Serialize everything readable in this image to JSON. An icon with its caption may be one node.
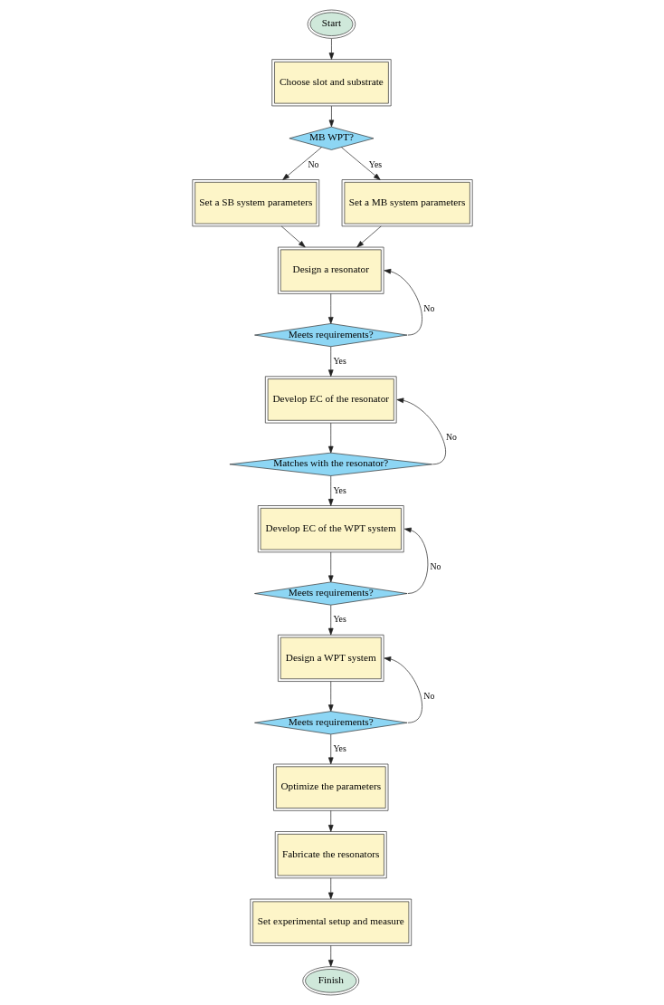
{
  "diagram": {
    "nodes": [
      {
        "text": [
          "Start"
        ]
      },
      {
        "text": [
          "Choose slot and substrate"
        ]
      },
      {
        "text": [
          "MB WPT?"
        ]
      },
      {
        "text": [
          "Set a SB system parameters"
        ]
      },
      {
        "text": [
          "Set a MB system parameters"
        ]
      },
      {
        "text": [
          "Design a resonator"
        ]
      },
      {
        "text": [
          "Meets requirements?"
        ]
      },
      {
        "text": [
          "Develop EC of the resonator"
        ]
      },
      {
        "text": [
          "Matches with the resonator?"
        ]
      },
      {
        "text": [
          "Develop EC of the WPT system"
        ]
      },
      {
        "text": [
          "Meets requirements?"
        ]
      },
      {
        "text": [
          "Design a WPT system"
        ]
      },
      {
        "text": [
          "Meets requirements?"
        ]
      },
      {
        "text": [
          "Optimize the parameters"
        ]
      },
      {
        "text": [
          "Fabricate the resonators"
        ]
      },
      {
        "text": [
          "Set experimental setup and measure"
        ]
      },
      {
        "text": [
          "Finish"
        ]
      }
    ],
    "edges": [
      {
        "from": 0,
        "to": 1,
        "arrow": "to"
      },
      {
        "from": 1,
        "to": 2,
        "arrow": "to"
      },
      {
        "from": 2,
        "to": 3,
        "arrow": "to",
        "label": "No"
      },
      {
        "from": 2,
        "to": 4,
        "arrow": "to",
        "label": "Yes"
      },
      {
        "from": 3,
        "to": 5,
        "arrow": "to"
      },
      {
        "from": 4,
        "to": 5,
        "arrow": "to"
      },
      {
        "from": 5,
        "to": 6,
        "arrow": "to"
      },
      {
        "from": 6,
        "to": 5,
        "arrow": "to",
        "label": "No"
      },
      {
        "from": 6,
        "to": 7,
        "arrow": "to",
        "label": "Yes"
      },
      {
        "from": 7,
        "to": 8,
        "arrow": "to"
      },
      {
        "from": 8,
        "to": 7,
        "arrow": "to",
        "label": "No"
      },
      {
        "from": 8,
        "to": 9,
        "arrow": "to",
        "label": "Yes"
      },
      {
        "from": 9,
        "to": 10,
        "arrow": "to"
      },
      {
        "from": 10,
        "to": 11,
        "arrow": "to",
        "label": "Yes"
      },
      {
        "from": 10,
        "to": 9,
        "arrow": "to",
        "label": "No"
      },
      {
        "from": 11,
        "to": 12,
        "arrow": "to"
      },
      {
        "from": 12,
        "to": 13,
        "arrow": "to",
        "label": "Yes"
      },
      {
        "from": 12,
        "to": 11,
        "arrow": "to",
        "label": "No"
      },
      {
        "from": 13,
        "to": 14,
        "arrow": "to"
      },
      {
        "from": 14,
        "to": 15,
        "arrow": "to"
      },
      {
        "from": 15,
        "to": 16,
        "arrow": "to"
      }
    ]
  }
}
